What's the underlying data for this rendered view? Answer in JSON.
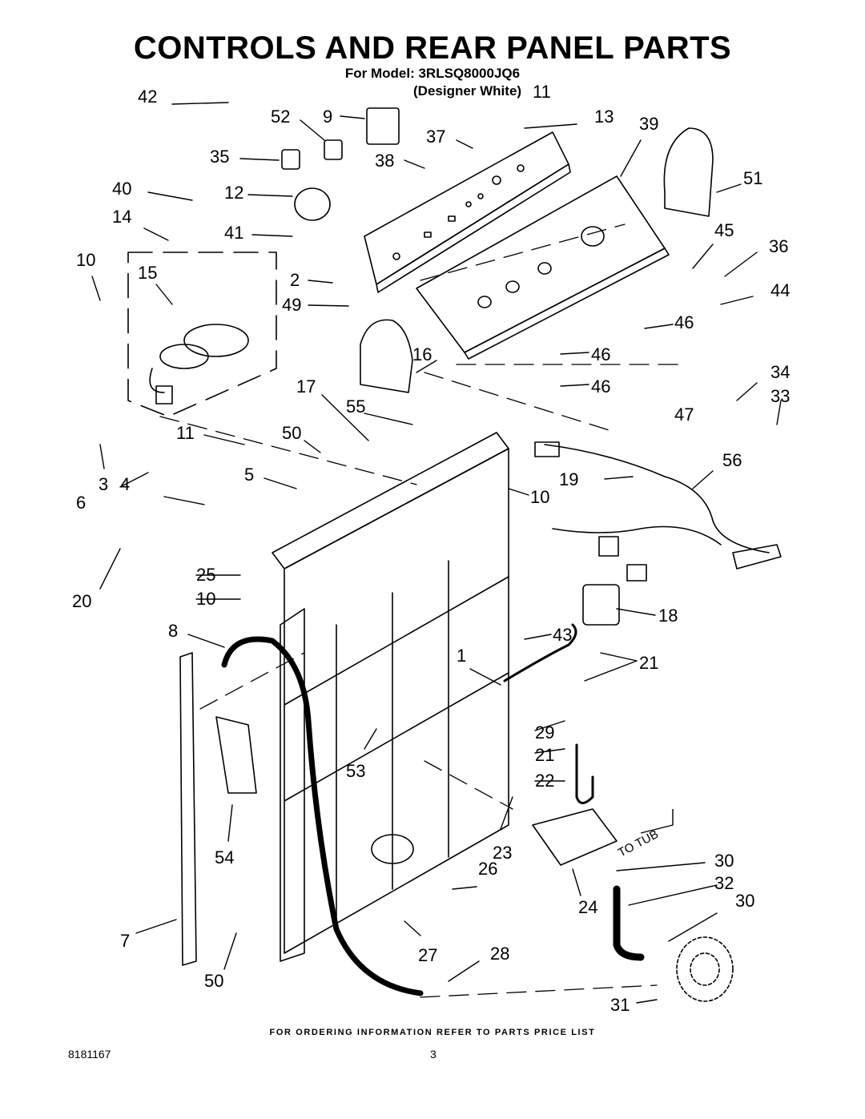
{
  "header": {
    "title": "CONTROLS AND REAR PANEL PARTS",
    "model_line": "For Model: 3RLSQ8000JQ6",
    "variant": "(Designer White)"
  },
  "footer": {
    "ordering_note": "FOR ORDERING INFORMATION REFER TO PARTS PRICE LIST",
    "document_number": "8181167",
    "page_number": "3"
  },
  "diagram": {
    "to_tub_label": "TO TUB",
    "callouts": [
      "42",
      "52",
      "9",
      "11",
      "13",
      "39",
      "35",
      "37",
      "38",
      "51",
      "40",
      "12",
      "14",
      "41",
      "45",
      "36",
      "10",
      "15",
      "2",
      "44",
      "49",
      "46",
      "16",
      "46",
      "34",
      "17",
      "55",
      "46",
      "33",
      "47",
      "11",
      "50",
      "56",
      "3",
      "5",
      "19",
      "4",
      "10",
      "6",
      "20",
      "25",
      "10",
      "18",
      "8",
      "43",
      "1",
      "21",
      "29",
      "21",
      "53",
      "22",
      "54",
      "23",
      "30",
      "26",
      "32",
      "24",
      "30",
      "7",
      "27",
      "28",
      "50",
      "31"
    ]
  }
}
